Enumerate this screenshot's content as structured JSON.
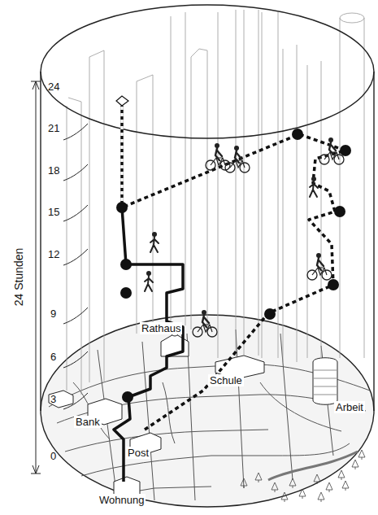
{
  "diagram": {
    "labels": [
      "24 Stunden",
      "24",
      "21",
      "18",
      "15",
      "12",
      "9",
      "6",
      "3",
      "0",
      "Rathaus",
      "Schule",
      "Arbeit",
      "Bank",
      "Post",
      "Wohnung"
    ]
  }
}
